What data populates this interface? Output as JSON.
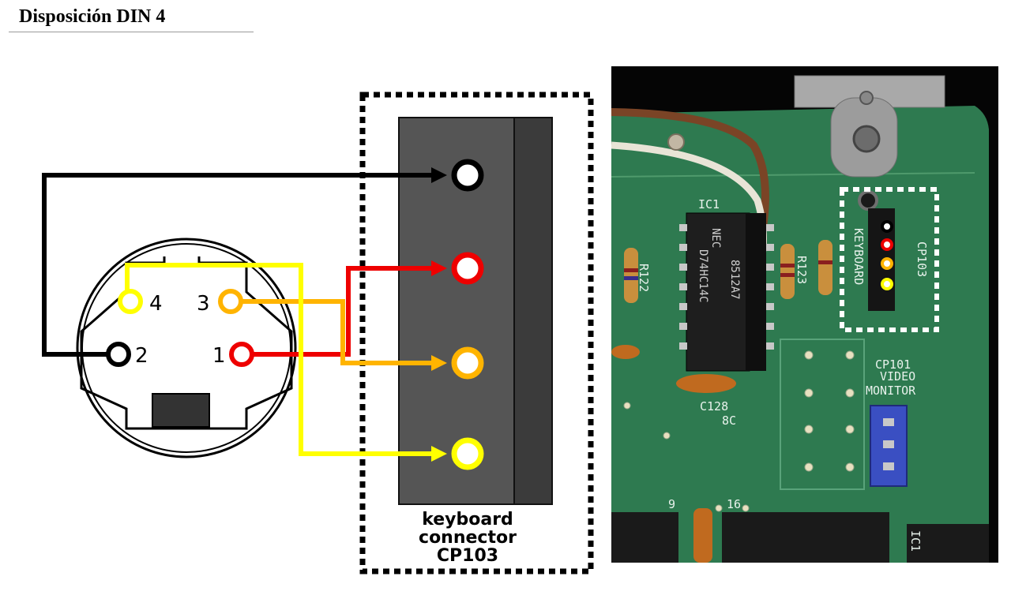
{
  "page": {
    "title": "Disposición DIN 4"
  },
  "diagram": {
    "din_pins": [
      {
        "number": "4",
        "color": "#ffff00"
      },
      {
        "number": "3",
        "color": "#ffb400"
      },
      {
        "number": "2",
        "color": "#000000"
      },
      {
        "number": "1",
        "color": "#ee0000"
      }
    ],
    "connector_caption": [
      "keyboard",
      "connector",
      "CP103"
    ],
    "wire_colors": {
      "black": "#000000",
      "red": "#ee0000",
      "orange": "#ffb400",
      "yellow": "#ffff00"
    }
  },
  "photo": {
    "chip_brand": "NEC",
    "chip_labels": [
      "8512A7",
      "D74HC14C"
    ],
    "silkscreen": [
      "IC1",
      "R122",
      "R123",
      "C128",
      "8C",
      "KEYBOARD",
      "CP103",
      "CP101",
      "VIDEO",
      "MONITOR",
      "9",
      "16",
      "IC1"
    ],
    "highlight_dots": [
      "#ffffff",
      "#ee0000",
      "#ffb400",
      "#ffff00"
    ]
  }
}
